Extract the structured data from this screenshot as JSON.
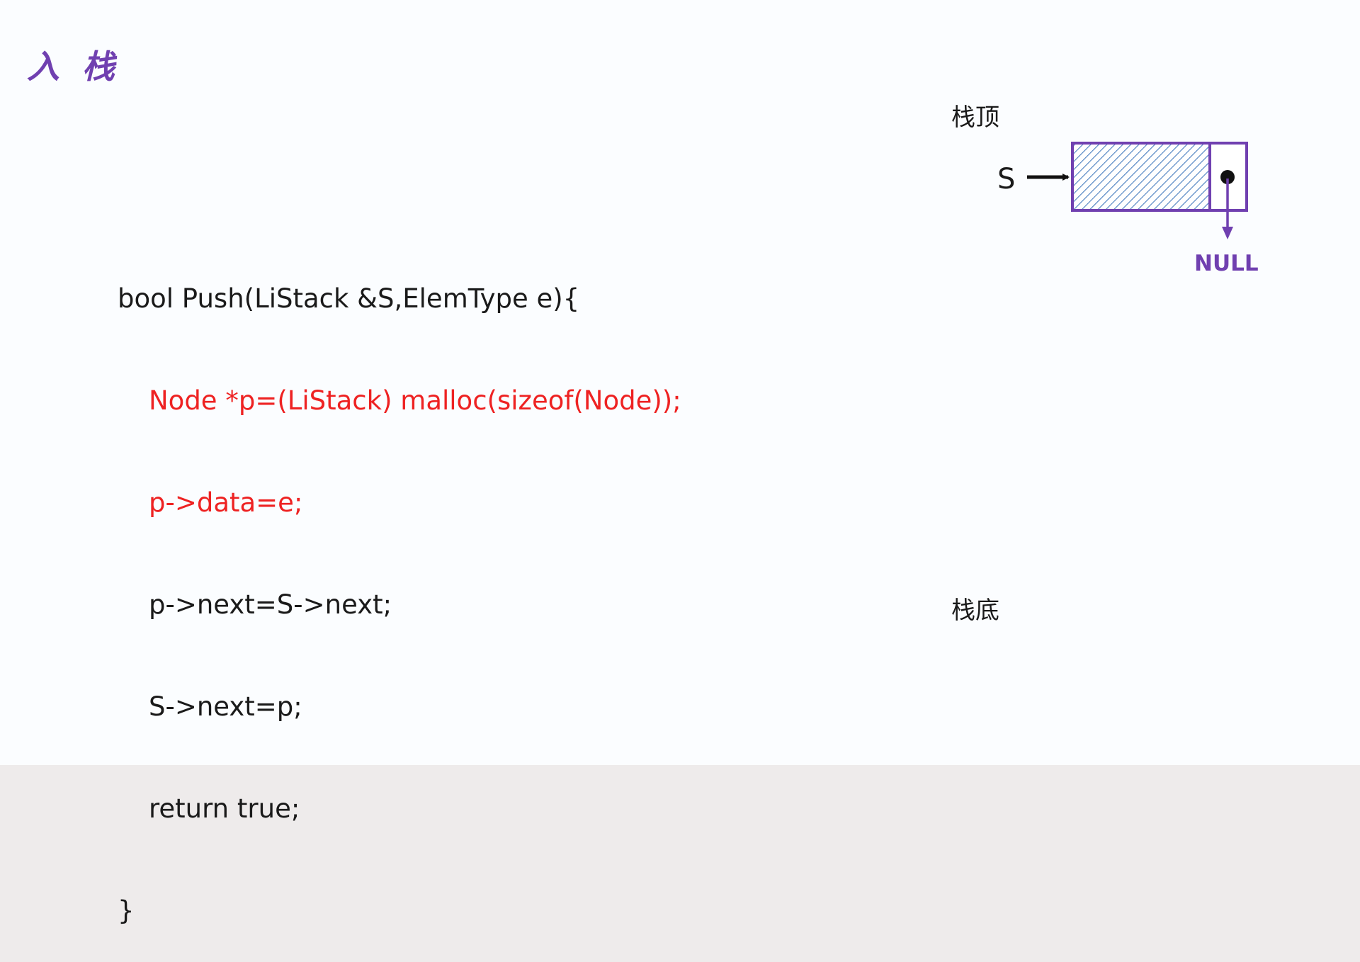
{
  "slide": {
    "title": "入 栈"
  },
  "code": {
    "lines": [
      {
        "text": "bool Push(LiStack &S,ElemType e){",
        "indent": false,
        "highlight": false
      },
      {
        "text": "Node *p=(LiStack) malloc(sizeof(Node));",
        "indent": true,
        "highlight": true
      },
      {
        "text": "p->data=e;",
        "indent": true,
        "highlight": true
      },
      {
        "text": "p->next=S->next;",
        "indent": true,
        "highlight": false
      },
      {
        "text": "S->next=p;",
        "indent": true,
        "highlight": false
      },
      {
        "text": "return true;",
        "indent": true,
        "highlight": false
      },
      {
        "text": "}",
        "indent": false,
        "highlight": false
      }
    ],
    "highlight_color": "#ee2222",
    "text_color": "#1a1a1a"
  },
  "diagram": {
    "stack_top_label": "栈顶",
    "stack_bottom_label": "栈底",
    "pointer_label": "S",
    "null_label": "NULL",
    "node_border_color": "#7040b0",
    "node_hatch_color": "#4a7fc0",
    "arrow_color": "#111111",
    "null_arrow_color": "#7040b0"
  }
}
